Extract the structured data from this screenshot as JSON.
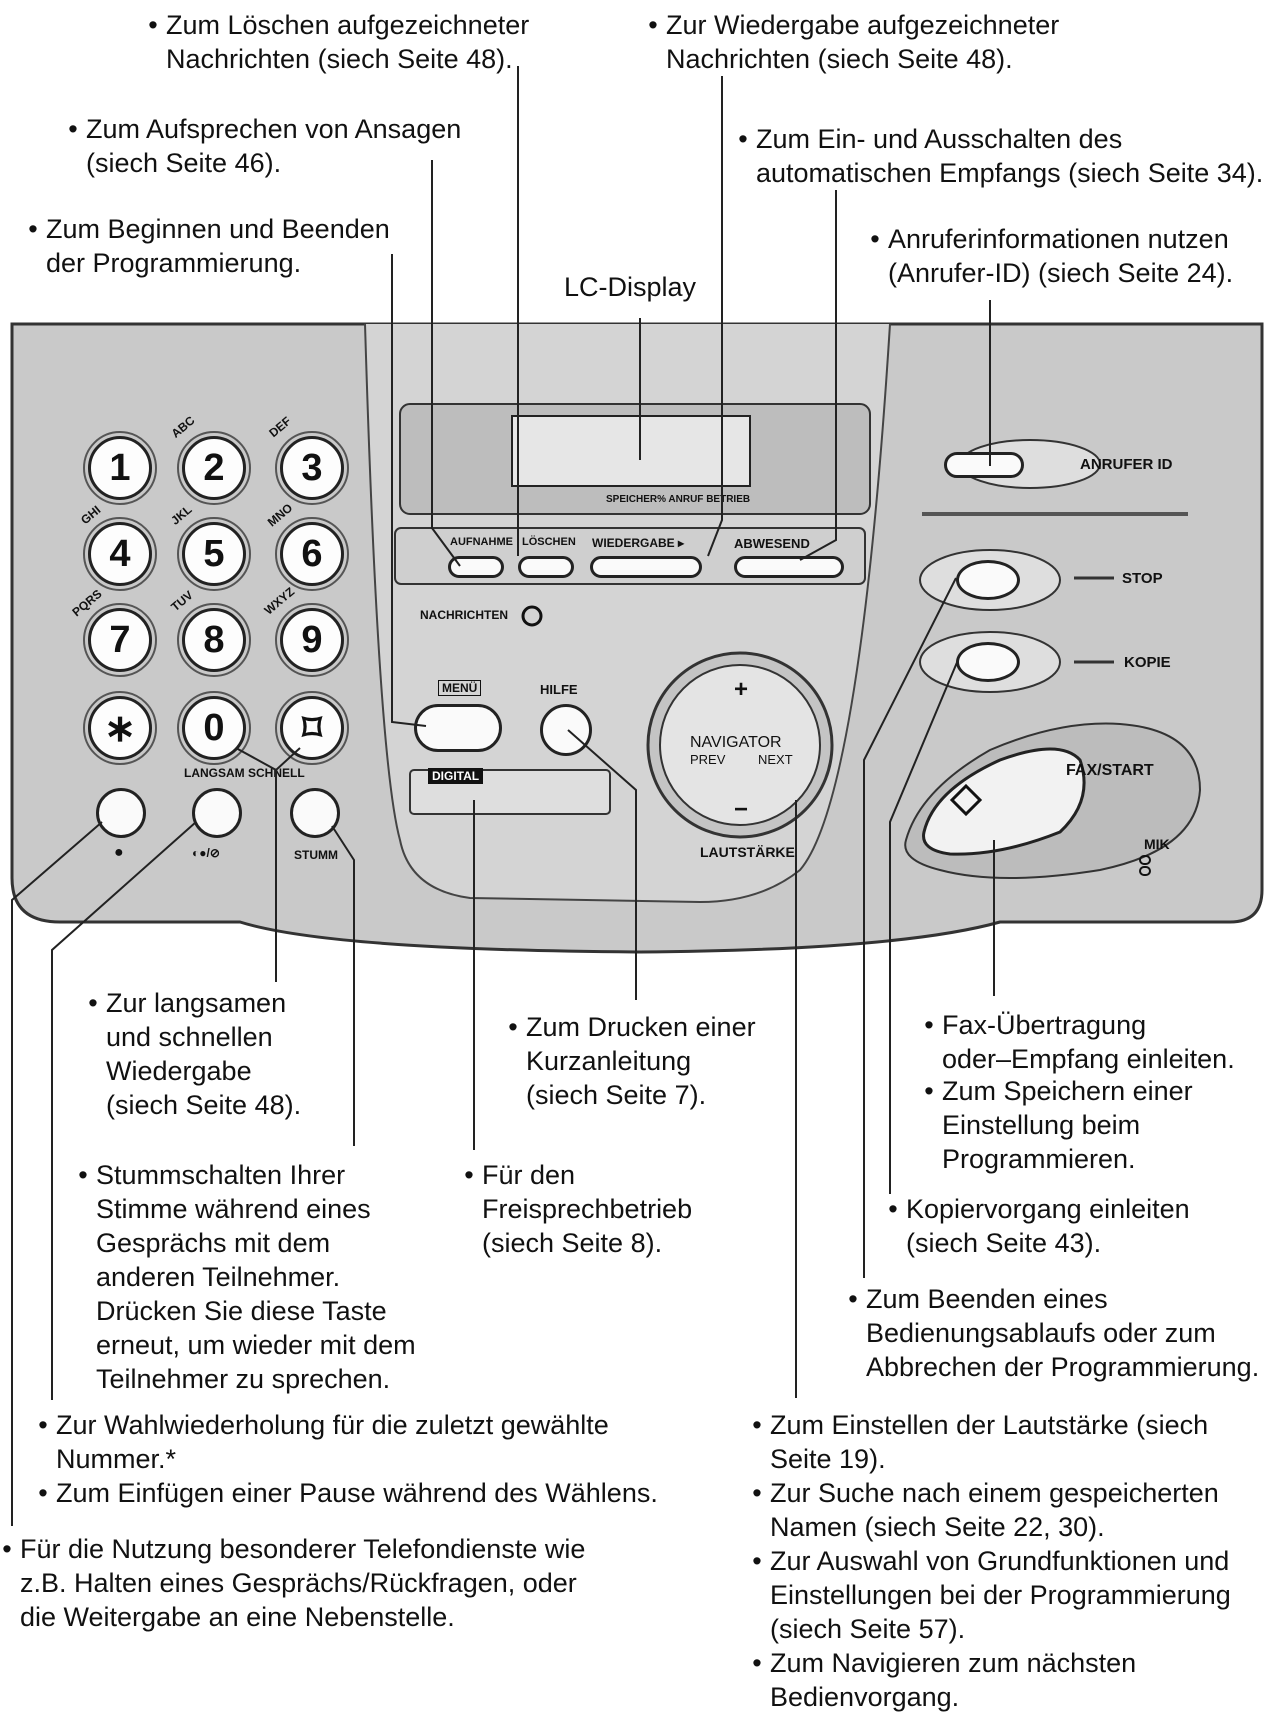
{
  "callouts": {
    "loeschen": [
      "Zum Löschen aufgezeichneter",
      "Nachrichten (siech Seite 48)."
    ],
    "wiedergabe": [
      "Zur Wiedergabe aufgezeichneter",
      "Nachrichten (siech Seite 48)."
    ],
    "aufsprechen": [
      "Zum Aufsprechen von Ansagen",
      "(siech Seite 46)."
    ],
    "automatisch": [
      "Zum Ein- und Ausschalten des",
      "automatischen Empfangs (siech Seite 34)."
    ],
    "programmierung": [
      "Zum Beginnen und Beenden",
      "der Programmierung."
    ],
    "lc_display": "LC-Display",
    "anrufer": [
      "Anruferinformationen nutzen",
      "(Anrufer-ID) (siech Seite 24)."
    ],
    "langsam": [
      "Zur langsamen",
      "und schnellen",
      "Wiedergabe",
      "(siech Seite 48)."
    ],
    "drucken": [
      "Zum Drucken einer",
      "Kurzanleitung",
      "(siech Seite 7)."
    ],
    "fax": [
      "Fax-Übertragung",
      "oder–Empfang einleiten."
    ],
    "speichern": [
      "Zum Speichern einer",
      "Einstellung beim",
      "Programmieren."
    ],
    "stumm": [
      "Stummschalten Ihrer",
      "Stimme während eines",
      "Gesprächs mit dem",
      "anderen Teilnehmer.",
      "Drücken Sie diese Taste",
      "erneut, um wieder mit dem",
      "Teilnehmer zu sprechen."
    ],
    "freisprech": [
      "Für den",
      "Freisprechbetrieb",
      "(siech Seite 8)."
    ],
    "kopier": [
      "Kopiervorgang einleiten",
      "(siech Seite 43)."
    ],
    "beenden": [
      "Zum Beenden eines",
      "Bedienungsablaufs oder zum",
      "Abbrechen der Programmierung."
    ],
    "wahlwiederholung": [
      "Zur Wahlwiederholung für die zuletzt gewählte",
      "Nummer.*"
    ],
    "pause": [
      "Zum Einfügen einer Pause während des Wählens."
    ],
    "telefondienste": [
      "Für die Nutzung besonderer Telefondienste wie",
      "z.B. Halten eines Gesprächs/Rückfragen, oder",
      "die Weitergabe an eine Nebenstelle."
    ],
    "lautstaerke": [
      "Zum Einstellen der Lautstärke (siech",
      "Seite 19)."
    ],
    "suche": [
      "Zur Suche nach einem gespeicherten",
      "Namen (siech Seite 22, 30)."
    ],
    "auswahl": [
      "Zur Auswahl von Grundfunktionen und",
      "Einstellungen bei der Programmierung",
      "(siech Seite 57)."
    ],
    "navigieren": [
      "Zum Navigieren zum nächsten",
      "Bedienvorgang."
    ]
  },
  "keypad": {
    "keys": [
      "1",
      "2",
      "3",
      "4",
      "5",
      "6",
      "7",
      "8",
      "9",
      "∗",
      "0",
      "⌑"
    ],
    "letters": [
      "",
      "ABC",
      "DEF",
      "GHI",
      "JKL",
      "MNO",
      "PQRS",
      "TUV",
      "WXYZ"
    ],
    "langsam_schnell": "LANGSAM SCHNELL",
    "redial_symbol": "●",
    "pause_symbol": "◐●/⊘",
    "stumm": "STUMM"
  },
  "panel": {
    "speicher_labels": "SPEICHER%  ANRUF  BETRIEB",
    "aufnahme": "AUFNAHME",
    "loeschen": "LÖSCHEN",
    "wiedergabe": "WIEDERGABE ▸",
    "abwesend": "ABWESEND",
    "nachrichten": "NACHRICHTEN",
    "menu": "MENÜ",
    "hilfe": "HILFE",
    "digital": "DIGITAL",
    "navigator": "NAVIGATOR",
    "prev": "PREV",
    "next": "NEXT",
    "plus": "+",
    "minus": "−",
    "lautstaerke": "LAUTSTÄRKE",
    "anrufer_id": "ANRUFER ID",
    "stop": "STOP",
    "kopie": "KOPIE",
    "fax_start": "FAX/START",
    "mik": "MIK"
  }
}
